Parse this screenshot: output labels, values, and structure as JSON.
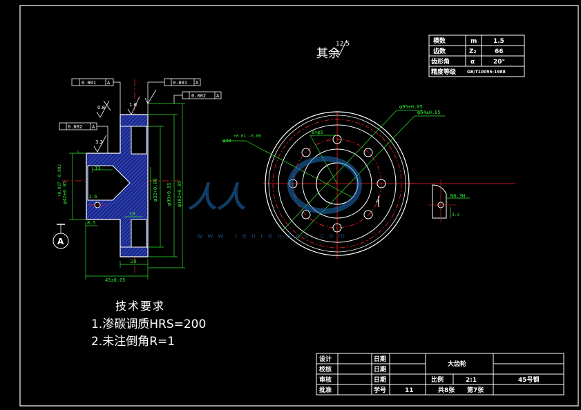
{
  "title_label": "其余",
  "roughness_rest": "12.5",
  "gear_params": [
    {
      "name": "模数",
      "symbol": "m",
      "value": "1.5"
    },
    {
      "name": "齿数",
      "symbol": "Z₂",
      "value": "66"
    },
    {
      "name": "齿形角",
      "symbol": "α",
      "value": "20°"
    },
    {
      "name": "精度等级",
      "symbol": "",
      "value": "GB/T10095-1988"
    }
  ],
  "tech_req": {
    "heading": "技术要求",
    "items": [
      "1.渗碳调质HRS=200",
      "2.未注倒角R=1"
    ]
  },
  "datum_label": "A",
  "dimensions": {
    "width_total": "45±0.05",
    "web_width": "20",
    "hub_depth": "13",
    "left_offset": "8.5",
    "rim_dim": "10",
    "bore_tol": "+0.01 -0.00",
    "bore_dia": "φ30",
    "pcd_outer": "φ95±0.05",
    "pcd_inner": "φ64±0.05",
    "holes": "8×φ5",
    "dia_left_a": "φ42±0.05",
    "dia_left_b": "+0.027 -0.002",
    "dia_mid_a": "φ32+0.08",
    "dia_mid_b": "φ99+0.05",
    "dia_right": "φ102+0.05",
    "keyway": "N6.3H",
    "keyway_depth": "3.3",
    "tol_runout": "0.002",
    "tol_flat": "0.001",
    "roughness_16": "1.6",
    "roughness_32": "3.2",
    "roughness_08": "0.8"
  },
  "watermark": {
    "logo_text": "人人",
    "url": "www.renrendoc.com"
  },
  "title_block": {
    "rows": [
      [
        "设计",
        "",
        "日期",
        ""
      ],
      [
        "校核",
        "",
        "日期",
        ""
      ],
      [
        "审核",
        "",
        "日期",
        ""
      ],
      [
        "批准",
        "",
        "学号",
        "11"
      ]
    ],
    "part_name": "大齿轮",
    "scale_label": "比例",
    "scale_value": "2:1",
    "material": "45号钢",
    "sheet_total": "共8张",
    "sheet_no": "第7张"
  },
  "colors": {
    "background": "#000000",
    "outline": "#ffffff",
    "dimension": "#2ee62e",
    "centerline": "#ff2020",
    "hatch_fill": "#1b2a8a"
  }
}
